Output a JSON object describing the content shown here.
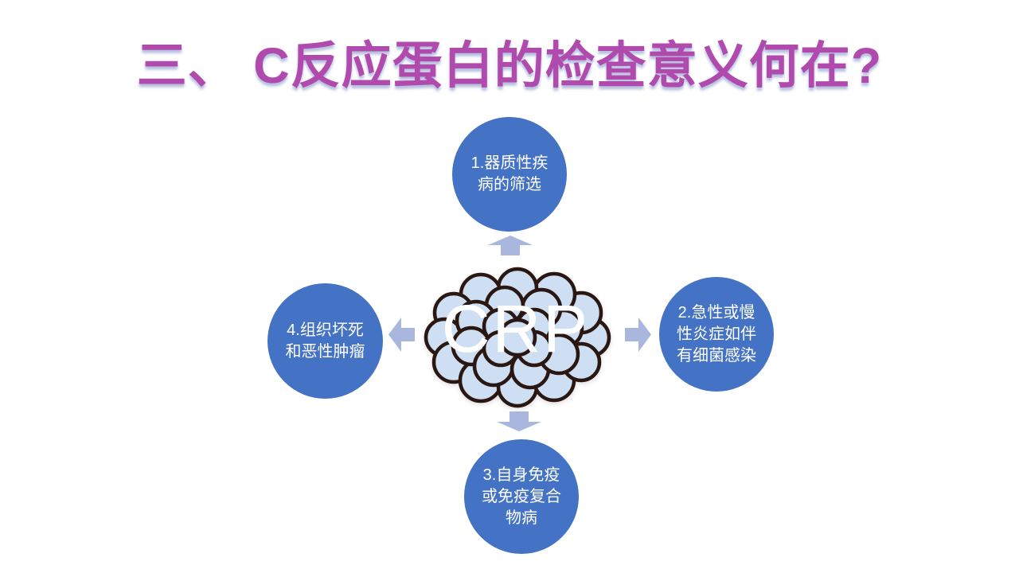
{
  "slide": {
    "title": "三、 C反应蛋白的检查意义何在?",
    "title_color": "#b14aad",
    "background_color": "#ffffff"
  },
  "diagram": {
    "center": {
      "label": "CRP",
      "image": "protein-cluster-drawing",
      "cluster_fill": "#cfdff3",
      "cluster_stroke": "#2b1712",
      "label_color": "#ffffff"
    },
    "nodes": [
      {
        "id": "1",
        "position": "top",
        "label": "1.器质性疾\n病的筛选"
      },
      {
        "id": "2",
        "position": "right",
        "label": "2.急性或慢\n性炎症如伴\n有细菌感染"
      },
      {
        "id": "3",
        "position": "bottom",
        "label": "3.自身免疫\n或免疫复合\n物病"
      },
      {
        "id": "4",
        "position": "left",
        "label": "4.组织坏死\n和恶性肿瘤"
      }
    ],
    "colors": {
      "node_fill": "#4472c4",
      "node_text": "#ffffff",
      "arrow_fill": "#a9b7de"
    }
  }
}
